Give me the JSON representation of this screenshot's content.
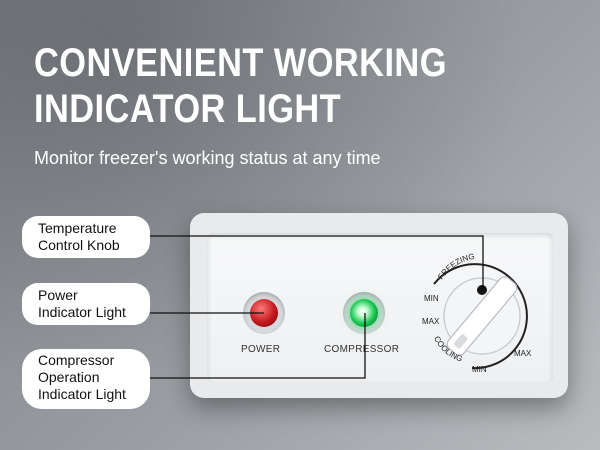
{
  "header": {
    "title_line1": "CONVENIENT WORKING",
    "title_line2": "INDICATOR LIGHT",
    "subtitle": "Monitor freezer's working status at any time"
  },
  "callouts": {
    "knob_line1": "Temperature",
    "knob_line2": "Control Knob",
    "power_line1": "Power",
    "power_line2": "Indicator Light",
    "compressor_line1": "Compressor",
    "compressor_line2": "Operation",
    "compressor_line3": "Indicator Light"
  },
  "panel": {
    "power_label": "POWER",
    "compressor_label": "COMPRESSOR",
    "knob": {
      "freezing": "FREEZING",
      "cooling": "COOLING",
      "min_top": "MIN",
      "max_left": "MAX",
      "min_bottom": "MIN",
      "max_right": "MAX"
    }
  },
  "colors": {
    "power_light": "#c4181d",
    "compressor_light": "#19c64f",
    "connector_line": "#111111"
  }
}
